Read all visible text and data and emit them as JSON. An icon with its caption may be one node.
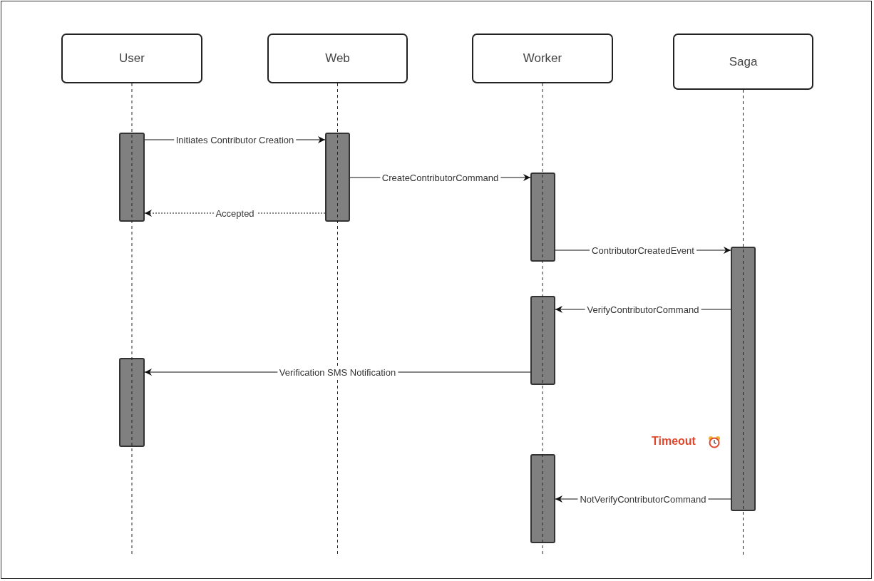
{
  "diagram": {
    "nodes": [
      {
        "text": [
          "User"
        ]
      },
      {
        "text": [
          "Web"
        ]
      },
      {
        "text": [
          "Worker"
        ]
      },
      {
        "text": [
          "Saga"
        ]
      },
      {
        "text": [],
        "shape": "bar"
      },
      {
        "text": [],
        "shape": "bar"
      },
      {
        "text": [],
        "shape": "bar"
      },
      {
        "text": [],
        "shape": "bar"
      },
      {
        "text": [],
        "shape": "bar"
      },
      {
        "text": [],
        "shape": "bar"
      },
      {
        "text": [],
        "shape": "bar"
      }
    ],
    "edges": [
      {
        "from": 4,
        "to": 6,
        "arrow": "to",
        "label": "Initiates Contributor Creation"
      },
      {
        "from": 6,
        "to": 7,
        "arrow": "to",
        "label": "CreateContributorCommand"
      },
      {
        "from": 6,
        "to": 4,
        "arrow": "to",
        "label": "Accepted",
        "style": "dashed"
      },
      {
        "from": 7,
        "to": 10,
        "arrow": "to",
        "label": "ContributorCreatedEvent"
      },
      {
        "from": 10,
        "to": 8,
        "arrow": "to",
        "label": "VerifyContributorCommand"
      },
      {
        "from": 8,
        "to": 5,
        "arrow": "to",
        "label": "Verification SMS Notification"
      },
      {
        "from": 10,
        "to": 9,
        "arrow": "to",
        "label": "NotVerifyContributorCommand"
      }
    ],
    "labels": [
      "Timeout"
    ]
  }
}
